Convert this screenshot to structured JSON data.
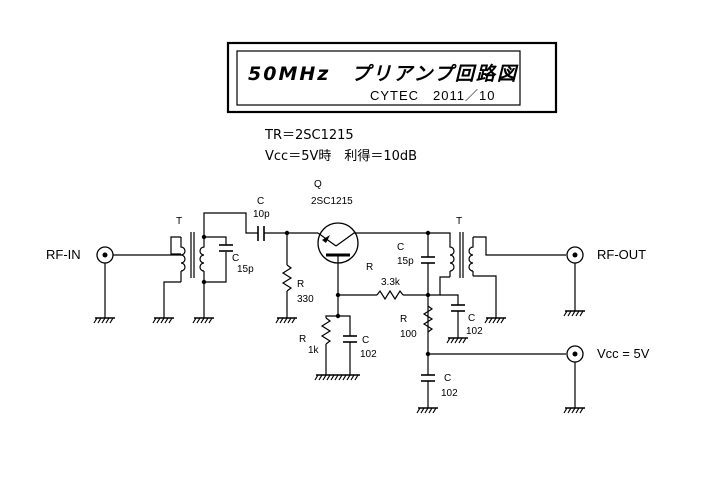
{
  "title": {
    "main": "50MHz　プリアンプ回路図",
    "sub": "CYTEC　2011／10"
  },
  "notes": {
    "line1": "TR＝2SC1215",
    "line2": "Vcc＝5V時　利得＝10dB"
  },
  "ports": {
    "rf_in": "RF-IN",
    "rf_out": "RF-OUT",
    "vcc": "Vcc = 5V"
  },
  "components": {
    "t_in": {
      "ref": "T"
    },
    "c_in_res": {
      "ref": "C",
      "value": "15p"
    },
    "c_coupling": {
      "ref": "C",
      "value": "10p"
    },
    "r_base": {
      "ref": "R",
      "value": "330"
    },
    "q": {
      "ref": "Q",
      "value": "2SC1215"
    },
    "r_feedback": {
      "ref": "R",
      "value": "3.3k"
    },
    "r_emitter": {
      "ref": "R",
      "value": "1k"
    },
    "c_emitter": {
      "ref": "C",
      "value": "102"
    },
    "c_out_res": {
      "ref": "C",
      "value": "15p"
    },
    "t_out": {
      "ref": "T"
    },
    "c_decouple1": {
      "ref": "C",
      "value": "102"
    },
    "r_supply": {
      "ref": "R",
      "value": "100"
    },
    "c_decouple2": {
      "ref": "C",
      "value": "102"
    }
  }
}
